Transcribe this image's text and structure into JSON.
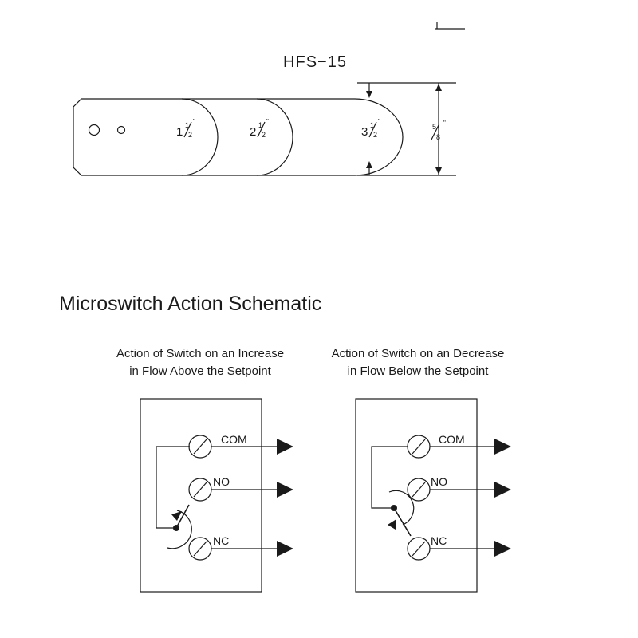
{
  "paddle": {
    "model": "HFS−15",
    "segments": [
      {
        "whole": "1",
        "frac_num": "1",
        "frac_den": "2",
        "unit": "\""
      },
      {
        "whole": "2",
        "frac_num": "1",
        "frac_den": "2",
        "unit": "\""
      },
      {
        "whole": "3",
        "frac_num": "1",
        "frac_den": "2",
        "unit": "\""
      }
    ],
    "width_dim": {
      "frac_num": "5",
      "frac_den": "8",
      "unit": "\""
    }
  },
  "schematic": {
    "title": "Microswitch Action Schematic",
    "panels": [
      {
        "caption_line1": "Action of Switch on an Increase",
        "caption_line2": "in Flow Above the Setpoint",
        "terminals": [
          "COM",
          "NO",
          "NC"
        ]
      },
      {
        "caption_line1": "Action of Switch on an Decrease",
        "caption_line2": "in Flow Below the Setpoint",
        "terminals": [
          "COM",
          "NO",
          "NC"
        ]
      }
    ]
  }
}
